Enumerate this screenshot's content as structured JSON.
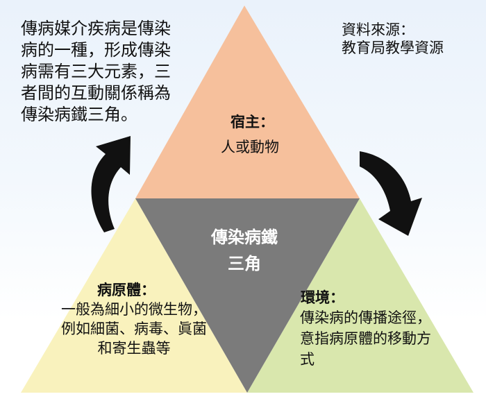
{
  "intro_text": "傳病媒介疾病是傳染\n病的一種，形成傳染\n病需有三大元素，三\n者間的互動關係稱為\n傳染病鐵三角。",
  "source_text": "資料來源：\n教育局教學資源",
  "host": {
    "title": "宿主：",
    "desc": "人或動物"
  },
  "center": {
    "title": "傳染病鐵三角"
  },
  "pathogen": {
    "title": "病原體：",
    "desc": "一般為細小的微生物，例如細菌、病毒、眞菌和寄生蟲等"
  },
  "environment": {
    "title": "環境：",
    "desc": "傳染病的傳播途徑，意指病原體的移動方式"
  },
  "colors": {
    "host": "#f6c09c",
    "center": "#7b7b7b",
    "pathogen": "#f9f2bd",
    "environment": "#d9e7ad",
    "arrow": "#111111",
    "background": "#eaf2fb"
  }
}
